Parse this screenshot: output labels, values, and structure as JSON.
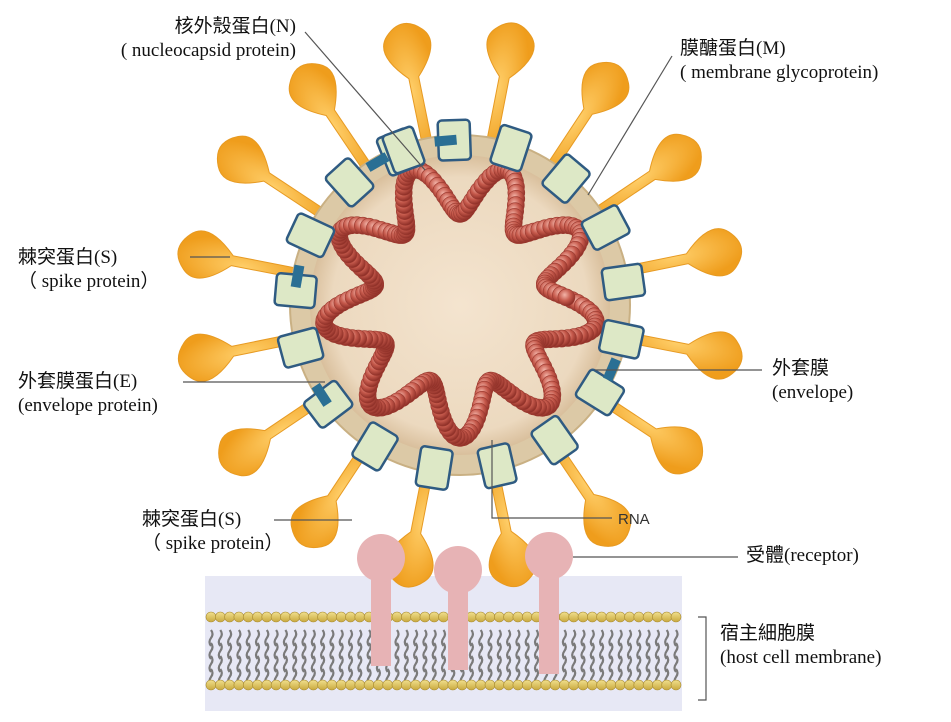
{
  "labels": {
    "nucleocapsid": {
      "zh": "核外殼蛋白(N)",
      "en": "( nucleocapsid protein)"
    },
    "membrane": {
      "zh": "膜醣蛋白(M)",
      "en": "( membrane glycoprotein)"
    },
    "spike_left": {
      "zh": "棘突蛋白(S)",
      "en": "（ spike protein）"
    },
    "envelope_protein": {
      "zh": "外套膜蛋白(E)",
      "en": "(envelope protein)"
    },
    "envelope": {
      "zh": "外套膜",
      "en": "(envelope)"
    },
    "rna": "RNA",
    "spike_bottom": {
      "zh": "棘突蛋白(S)",
      "en": "（ spike protein）"
    },
    "receptor": "受體(receptor)",
    "host_membrane": {
      "zh": "宿主細胞膜",
      "en": "(host cell membrane)"
    }
  },
  "colors": {
    "spike": "#f5a623",
    "envelope": "#d9c9a8",
    "core": "#f1e3cf",
    "m_protein": "#dde8c6",
    "m_protein_border": "#2f5b82",
    "e_protein": "#2a6f94",
    "rna": "#b54a3f",
    "receptor": "#e7b3b5",
    "membrane_head": "#ddc46a",
    "membrane_bg": "#e7e8f5"
  }
}
